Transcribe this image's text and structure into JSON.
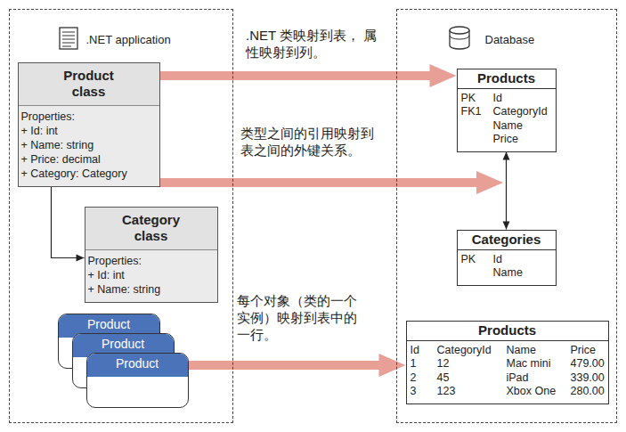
{
  "diagram": {
    "nodes": [
      {
        "text": [
          ".NET application"
        ]
      },
      {
        "text": [
          "Product class",
          "Properties:",
          "+ Id: int",
          "+ Name: string",
          "+ Price: decimal",
          "+ Category: Category"
        ],
        "in": 0
      },
      {
        "text": [
          "Category class",
          "Properties:",
          "+ Id: int",
          "+ Name: string"
        ],
        "in": 0
      },
      {
        "text": [
          "Product"
        ],
        "in": 0
      },
      {
        "text": [
          "Product"
        ],
        "in": 0
      },
      {
        "text": [
          "Product"
        ],
        "in": 0
      },
      {
        "text": [
          "Database"
        ]
      },
      {
        "text": [
          "Products",
          "PK",
          "Id",
          "FK1",
          "CategoryId",
          "Name",
          "Price"
        ],
        "in": 6
      },
      {
        "text": [
          "Categories",
          "PK",
          "Id",
          "Name"
        ],
        "in": 6
      },
      {
        "text": [
          "Products",
          "Id",
          "CategoryId",
          "Name",
          "Price",
          "1",
          "12",
          "Mac mini",
          "479.00",
          "2",
          "45",
          "iPad",
          "339.00",
          "3",
          "123",
          "Xbox One",
          "280.00"
        ],
        "in": 6
      }
    ],
    "edges": [
      {
        "from": 1,
        "to": 7,
        "arrow": "to",
        "label": ".NET 类映射到表， 属性映射到列。"
      },
      {
        "from": 1,
        "to": 2,
        "arrow": "to"
      },
      {
        "from": 7,
        "to": 8,
        "arrow": "both"
      },
      {
        "from": 5,
        "to": 9,
        "arrow": "to",
        "label": "每个对象（类的一个 实例）映射到表中的 一行。"
      }
    ],
    "labels": [
      "类型之间的引用映射到 表之间的外键关系。"
    ]
  }
}
